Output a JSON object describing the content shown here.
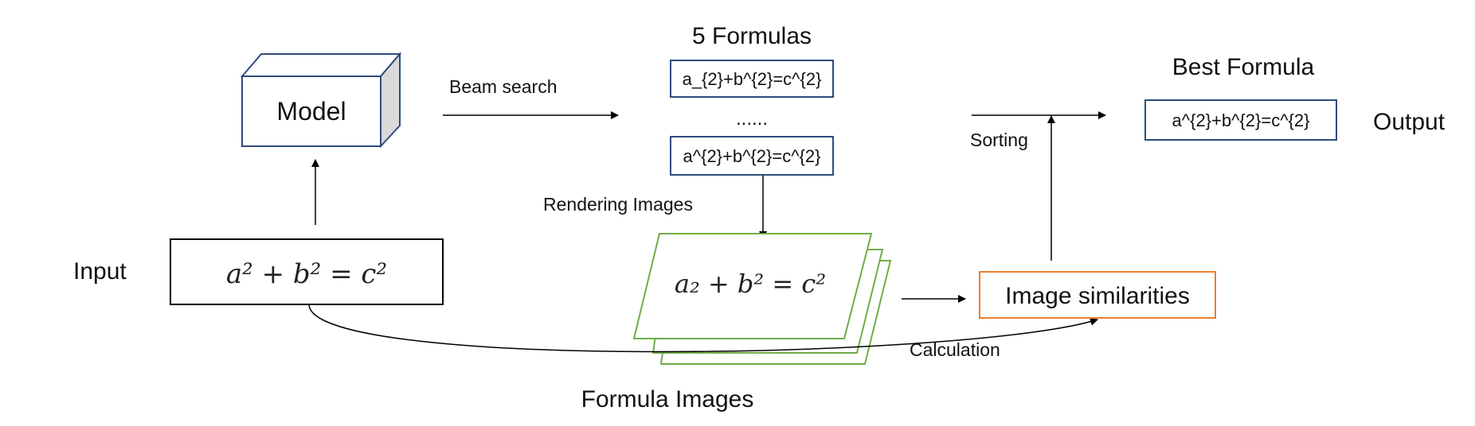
{
  "labels": {
    "model": "Model",
    "beam_search": "Beam search",
    "five_formulas": "5 Formulas",
    "dots": "......",
    "rendering_images": "Rendering Images",
    "input": "Input",
    "formula_images": "Formula Images",
    "image_similarities": "Image similarities",
    "calculation": "Calculation",
    "sorting": "Sorting",
    "best_formula": "Best Formula",
    "output": "Output"
  },
  "formulas": {
    "candidate_1": "a_{2}+b^{2}=c^{2}",
    "candidate_5": "a^{2}+b^{2}=c^{2}",
    "best": "a^{2}+b^{2}=c^{2}"
  },
  "math": {
    "input_formula": "a² + b² = c²",
    "rendered_formula": "a₂ + b² = c²"
  },
  "colors": {
    "box_stroke": "#2f4b7c",
    "green_stroke": "#70ad47",
    "orange_stroke": "#ed7d31",
    "cube_side": "#d9d9d9",
    "line": "#000000"
  }
}
